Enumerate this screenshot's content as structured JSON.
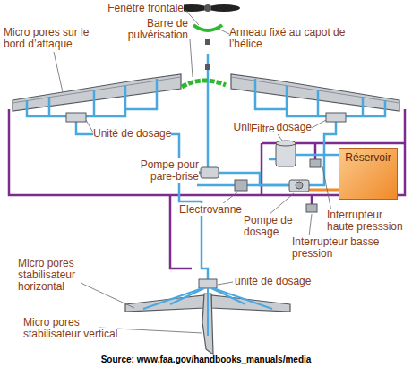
{
  "diagram": {
    "caption": "Source: www.faa.gov/handbooks_manuals/media",
    "nodes": [
      {
        "text": [
          "Réservoir"
        ]
      }
    ],
    "labels": [
      "Fenêtre frontale",
      "Barre de pulvérisation",
      "Anneau fixé au capot de l’hélice",
      "Micro pores sur le bord d’attaque",
      "Unité de dosage",
      "Unité de dosage",
      "Pompe pour pare-brise",
      "Filtre",
      "Electrovanne",
      "Pompe de dosage",
      "Interrupteur haute presssion",
      "Interrupteur basse pression",
      "Micro pores stabilisateur horizontal",
      "unité de dosage",
      "Micro pores stabilisateur vertical"
    ]
  }
}
